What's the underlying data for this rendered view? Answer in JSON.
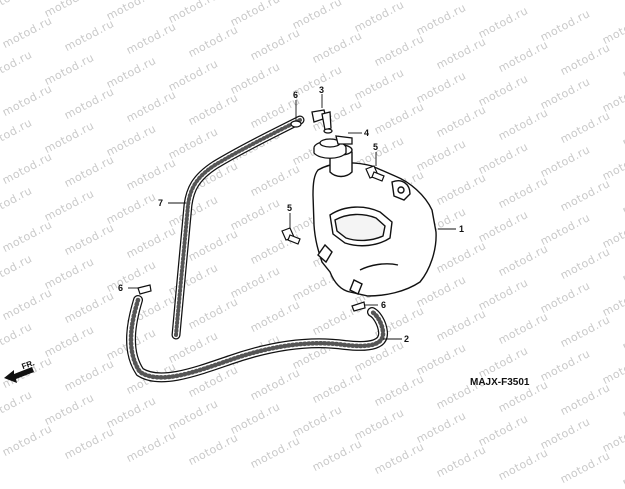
{
  "watermark": {
    "text": "motod.ru",
    "color": "#c9c9c9"
  },
  "diagram_code": "MAJX-F3501",
  "direction_marker": {
    "text": "FR.",
    "icon": "arrow-left-icon"
  },
  "callouts": [
    {
      "id": "1",
      "part": "reserve-tank"
    },
    {
      "id": "2",
      "part": "drain-hose"
    },
    {
      "id": "3",
      "part": "hose-fitting"
    },
    {
      "id": "4",
      "part": "tank-cap"
    },
    {
      "id": "5",
      "part": "bolt-upper"
    },
    {
      "id": "5",
      "part": "bolt-lower"
    },
    {
      "id": "6",
      "part": "clip-top"
    },
    {
      "id": "6",
      "part": "clip-left"
    },
    {
      "id": "6",
      "part": "clip-right"
    },
    {
      "id": "7",
      "part": "siphon-hose"
    }
  ]
}
